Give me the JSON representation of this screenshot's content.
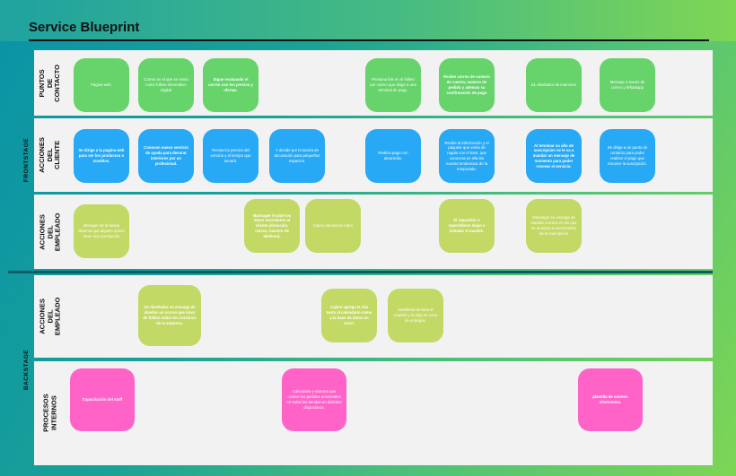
{
  "title": "Service Blueprint",
  "stages": {
    "front": "FRONTSTAGE",
    "back": "BACKSTAGE"
  },
  "lanes": {
    "puntos": "Puntos de contacto",
    "acciones_cliente": "Acciones del cliente",
    "acciones_empleado_front": "Acciones del empleado",
    "acciones_empleado_back": "Acciones del empleado",
    "procesos": "Procesos internos"
  },
  "colors": {
    "touchpoint": "#66d36b",
    "customer": "#27a9f5",
    "employee": "#c3d965",
    "internal": "#ff63c8"
  },
  "nodes": {
    "p1": "Página web.",
    "p2": "Correo en el que se envía como folleto informativo Digital",
    "p3": "Sigue evaluando el correo con los precios y ofertas.",
    "p4": "Presiona link en el folleto por correo que dirige a una terminal de pago.",
    "p5": "Recibe correo de numero de cuenta, numero de pedido y ademas su confirmación de pago",
    "p6": "EL diseñador de interiores",
    "p7": "Mensaje a través de correo y Whatsapp",
    "c1": "Se dirige a la pagina web para ver los productos o muebles.",
    "c2": "Conocen nuevo servicio de ayuda para decorar interiores por un profesional.",
    "c3": "Revisa los precios del servicio y el tiempo que tomará.",
    "c4": "Y decide por la tutoría de decoración para pequeños espacios.",
    "c5": "Realiza pago con abomicilio.",
    "c6": "Recibe la información y el paquete que venía de regalo con el tutor, que conocera en ella las nuevas tendencias de la temporada.",
    "c7": "Al terminar su año de suscripcion se le va a mandar un mensaje de momento para poder renovar el servicio.",
    "c8": "Se dirige a un punto de contacto para poder realizar el pago que renueve la suscripción.",
    "e1": "Manager de la tienda observa que alguien quiere tener una suscripción",
    "e2": "Mannager le pide los datos necesarios al cliente (dirección, correo, numero de telefono).",
    "e3": "Cajero efectua el cobro",
    "e4": "El repartidor o repartidores dejan e instalan el mueble.",
    "e5": "Mannager se encarga de mandar correos en los que se muestra el vencimiento de la suscripción",
    "b1": "Un diseñador se encarga de diseñar un correo que sirva de folleto sobre los servicios de la empresa.",
    "b2": "Cajero agrega la cita tanto al calendario como a la base de datos en excel.",
    "b3": "muebleria termina el mueble y lo deja en zona de entregas.",
    "i1": "Capacitación del staff",
    "i2": "Calendario y sistema que ordene los pedidos universales en todas las tiendas en distintos dispositivos.",
    "i3": "plantilla de correos electronico."
  }
}
